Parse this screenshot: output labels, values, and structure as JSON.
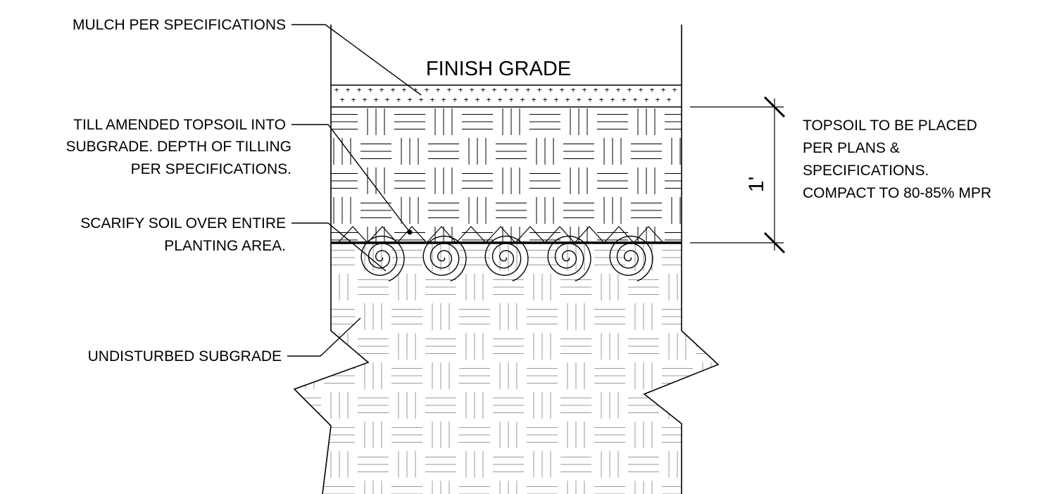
{
  "labels": {
    "mulch": "MULCH PER SPECIFICATIONS",
    "finish_grade": "FINISH GRADE",
    "till_line1": "TILL AMENDED TOPSOIL INTO",
    "till_line2": "SUBGRADE. DEPTH OF TILLING",
    "till_line3": "PER SPECIFICATIONS.",
    "scarify_line1": "SCARIFY SOIL OVER ENTIRE",
    "scarify_line2": "PLANTING AREA.",
    "undisturbed": "UNDISTURBED SUBGRADE",
    "topsoil_line1": "TOPSOIL TO BE PLACED",
    "topsoil_line2": "PER PLANS &",
    "topsoil_line3": "SPECIFICATIONS.",
    "topsoil_line4": "COMPACT TO 80-85% MPR"
  },
  "dimension": {
    "topsoil_depth": "1'"
  },
  "colors": {
    "line": "#000000",
    "subgrade_hatch": "#9a9a9a",
    "background": "#ffffff"
  }
}
